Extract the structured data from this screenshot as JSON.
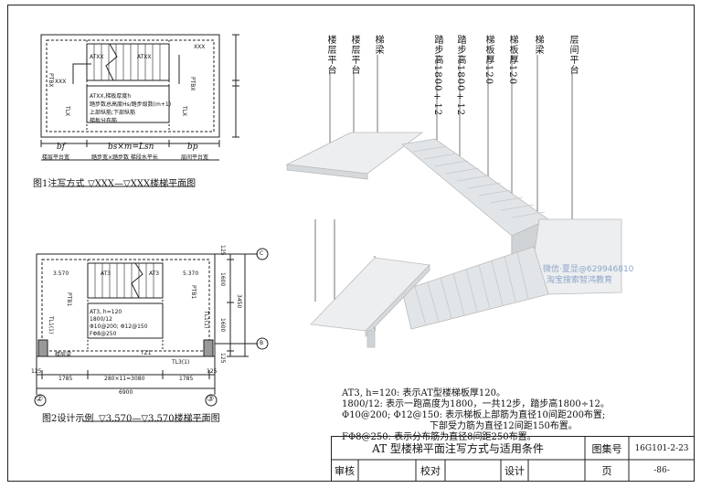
{
  "fig1": {
    "caption_prefix": "图1注写方式",
    "caption_title": "▽XXX—▽XXX楼梯平面图",
    "atxx_1": "ATXX",
    "atxx_2": "ATXX",
    "xxx_1": "XXX",
    "xxx_2": "XXX",
    "ptbx": "PTBX",
    "tlx_l": "TLX",
    "tlx_r": "TLX",
    "stair_note_1": "ATXX,梯板厚度h",
    "stair_note_2": "踏步数总高度Hs/踏步级数(m+1)",
    "stair_note_3": "上部纵筋;下部纵筋",
    "stair_note_4": "梯板分布筋",
    "bt_left": "bf",
    "bt_mid": "bs×m=Lsn",
    "bt_right": "bp",
    "sub_left": "楼层平台宽",
    "sub_mid": "踏步宽×踏步数 梯段水平长",
    "sub_right": "层间平台宽"
  },
  "fig2": {
    "caption_prefix": "图2设计示例",
    "caption_title": "▽3.570—▽3.570楼梯平面图",
    "level_left": "3.570",
    "level_right": "5.370",
    "at3_1": "AT3",
    "at3_2": "AT3",
    "ptb1_l": "PTB1",
    "ptb1_r": "PTB1",
    "tl1_l": "TL1(1)",
    "tl1_r": "TL1(1)",
    "tz1": "TZ1",
    "tl3": "TL3(1)",
    "beam_label": "楼层梁",
    "spec_1": "AT3, h=120",
    "spec_2": "1800/12",
    "spec_3": "Φ10@200; Φ12@150",
    "spec_4": "FΦ8@250",
    "dims_bottom": [
      "125",
      "1785",
      "280×11=3080",
      "1785",
      "125"
    ],
    "total_width": "6900",
    "axis_left": "②",
    "axis_right": "③",
    "axis_top": "C",
    "axis_bottom": "B",
    "dims_right": [
      "125",
      "1600",
      "1600",
      "125"
    ],
    "total_height": "3450"
  },
  "iso_labels": [
    "楼层平台",
    "楼层平台",
    "梯梁",
    "踏步高1800÷12",
    "踏步高1800÷12",
    "梯板厚120",
    "梯板厚120",
    "梯梁",
    "层间平台"
  ],
  "watermark": {
    "line1": "微信·夏显@629946810",
    "line2": "淘宝搜索智鸿教育"
  },
  "notes": [
    "AT3, h=120: 表示AT型楼梯板厚120。",
    "1800/12: 表示一跑高度为1800，一共12步，踏步高1800÷12。",
    "Φ10@200; Φ12@150: 表示梯板上部筋为直径10间距200布置;",
    "下部受力筋为直径12间距150布置。",
    "FΦ8@250: 表示分布筋为直径8间距250布置。"
  ],
  "title_block": {
    "title": "AT 型楼梯平面注写方式与适用条件",
    "atlas_label": "图集号",
    "atlas_no": "16G101-2-23",
    "review_label": "审核",
    "check_label": "校对",
    "design_label": "设计",
    "page_label": "页",
    "page_no": "-86-"
  }
}
